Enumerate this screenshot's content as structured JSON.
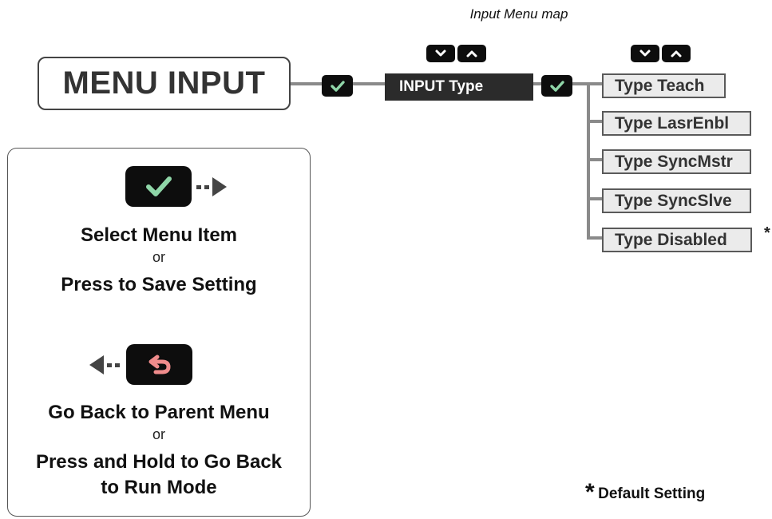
{
  "map_title": "Input Menu map",
  "menu_root": {
    "label": "MENU INPUT"
  },
  "submenu": {
    "label": "INPUT Type"
  },
  "options": [
    {
      "label": "Type Teach",
      "is_default": false
    },
    {
      "label": "Type LasrEnbl",
      "is_default": false
    },
    {
      "label": "Type SyncMstr",
      "is_default": false
    },
    {
      "label": "Type SyncSlve",
      "is_default": false
    },
    {
      "label": "Type Disabled",
      "is_default": true
    }
  ],
  "default_marker": "*",
  "legend": {
    "select": {
      "line1": "Select Menu Item",
      "or": "or",
      "line2": "Press to Save Setting"
    },
    "back": {
      "line1": "Go Back to Parent Menu",
      "or": "or",
      "line2": "Press and Hold to Go Back",
      "line3": "to Run Mode"
    }
  },
  "default_note": {
    "marker": "*",
    "text": "Default Setting"
  },
  "icons": {
    "check": "check-icon",
    "down": "chevron-down-icon",
    "up": "chevron-up-icon",
    "back": "back-arrow-icon",
    "arrow_right": "dashed-arrow-right-icon",
    "arrow_left": "dashed-arrow-left-icon"
  },
  "colors": {
    "check_green": "#8fd6a8",
    "back_red": "#f08c8c",
    "button_dark": "#0d0d0d",
    "submenu_bg": "#2b2b2b",
    "option_bg": "#ebebeb",
    "line_gray": "#8a8a8a"
  }
}
